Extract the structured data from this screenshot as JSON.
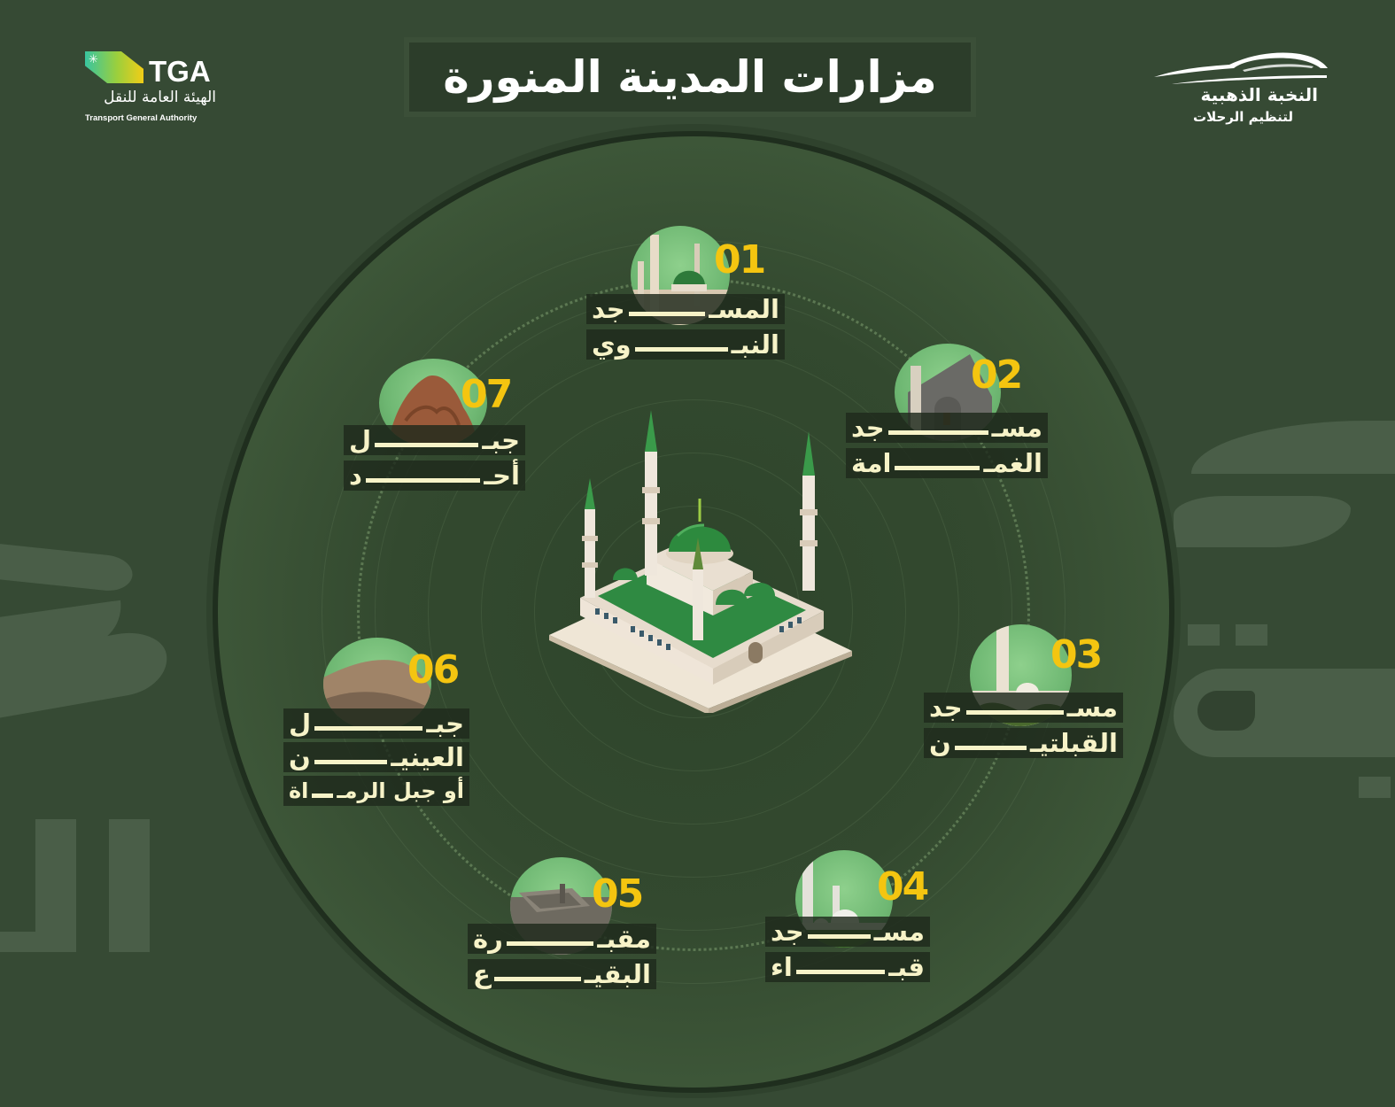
{
  "header": {
    "title": "مزارات المدينة المنورة"
  },
  "logos": {
    "left": {
      "wordmark": "TGA",
      "arabic": "الهيئة العامة للنقل",
      "english": "Transport General Authority",
      "icon": "tga-emblem-icon"
    },
    "right": {
      "name": "النخبة الذهبية",
      "subtitle": "لتنظيم الرحلات",
      "icon": "car-silhouette-icon"
    }
  },
  "colors": {
    "background": "#364a34",
    "disc": "#33492f",
    "number_accent": "#f4c510",
    "label_text": "#f7f3c8",
    "label_bg": "#1e2a1c",
    "circle_green": "#7cc17e",
    "watermark": "#4a5e48"
  },
  "center": {
    "image": "prophets-mosque-3d-illustration"
  },
  "stops": [
    {
      "number": "01",
      "lines": [
        [
          "المسـ",
          "جد"
        ],
        [
          "النبـ",
          "وي"
        ]
      ],
      "image": "prophets-mosque-photo"
    },
    {
      "number": "02",
      "lines": [
        [
          "مسـ",
          "جد"
        ],
        [
          "الغمـ",
          "امة"
        ]
      ],
      "image": "ghamama-mosque-photo"
    },
    {
      "number": "03",
      "lines": [
        [
          "مسـ",
          "جد"
        ],
        [
          "القبلتيـ",
          "ن"
        ]
      ],
      "image": "qiblatain-mosque-photo"
    },
    {
      "number": "04",
      "lines": [
        [
          "مسـ",
          "جد"
        ],
        [
          "قبـ",
          "اء"
        ]
      ],
      "image": "quba-mosque-photo"
    },
    {
      "number": "05",
      "lines": [
        [
          "مقبـ",
          "رة"
        ],
        [
          "البقيـ",
          "ع"
        ]
      ],
      "image": "baqi-cemetery-photo"
    },
    {
      "number": "06",
      "lines": [
        [
          "جبـ",
          "ل"
        ],
        [
          "العينيـ",
          "ن"
        ],
        [
          "أو جبل الرمـ",
          "اة"
        ]
      ],
      "image": "ainain-mountain-photo"
    },
    {
      "number": "07",
      "lines": [
        [
          "جبـ",
          "ل"
        ],
        [
          "أحـ",
          "د"
        ]
      ],
      "image": "uhud-mountain-photo"
    }
  ]
}
